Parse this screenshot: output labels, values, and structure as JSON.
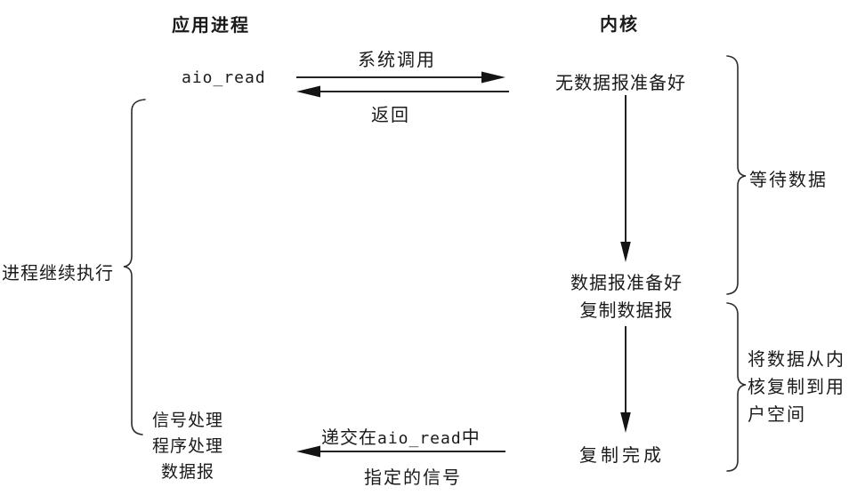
{
  "headers": {
    "app": "应用进程",
    "kernel": "内核"
  },
  "app_column": {
    "call": "aio_read",
    "continue_label": "进程继续执行",
    "signal_handler_lines": [
      "信号处理",
      "程序处理",
      "数据报"
    ]
  },
  "kernel_column": {
    "state_no_datagram": "无数据报准备好",
    "state_datagram_ready_lines": [
      "数据报准备好",
      "复制数据报"
    ],
    "state_copy_complete": "复制完成"
  },
  "arrows": {
    "syscall_label": "系统调用",
    "return_label": "返回",
    "signal_label_prefix": "递交在",
    "signal_label_code": "aio_read",
    "signal_label_suffix": "中",
    "signal_label_bottom": "指定的信号"
  },
  "braces": {
    "wait_data_label": "等待数据",
    "copy_data_label_lines": [
      "将数据从内",
      "核复制到用",
      "户空间"
    ]
  },
  "colors": {
    "ink": "#1a1a1a",
    "background": "#ffffff"
  }
}
